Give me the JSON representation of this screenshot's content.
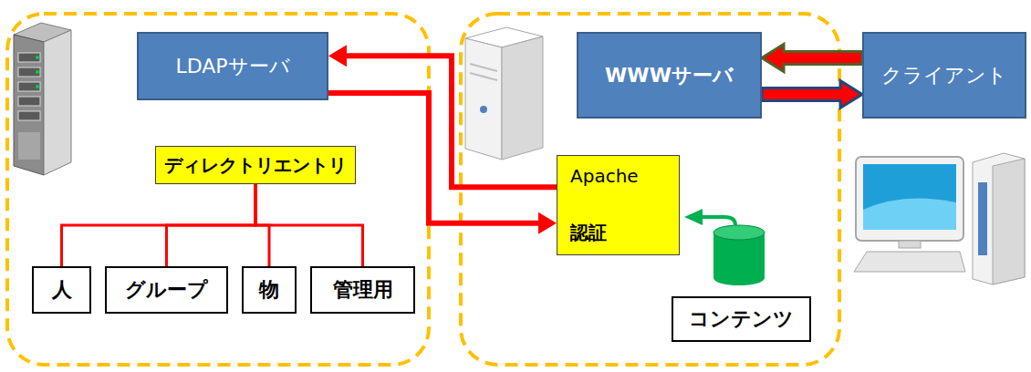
{
  "diagram": {
    "nodes": [
      {
        "text": [
          "LDAPサーバ"
        ]
      },
      {
        "text": [
          "WWWサーバ"
        ]
      },
      {
        "text": [
          "クライアント"
        ]
      },
      {
        "text": [
          "ディレクトリエントリ"
        ]
      },
      {
        "text": [
          "Apache",
          "認証"
        ]
      },
      {
        "text": [
          "人"
        ]
      },
      {
        "text": [
          "グループ"
        ]
      },
      {
        "text": [
          "物"
        ]
      },
      {
        "text": [
          "管理用"
        ]
      },
      {
        "text": [
          "コンテンツ"
        ]
      }
    ],
    "edges": [
      {
        "from": 4,
        "to": 0,
        "arrow": "to"
      },
      {
        "from": 0,
        "to": 4,
        "arrow": "to"
      },
      {
        "from": 2,
        "to": 1,
        "arrow": "to"
      },
      {
        "from": 1,
        "to": 2,
        "arrow": "to"
      },
      {
        "from": 3,
        "to": 5,
        "arrow": "none"
      },
      {
        "from": 3,
        "to": 6,
        "arrow": "none"
      },
      {
        "from": 3,
        "to": 7,
        "arrow": "none"
      },
      {
        "from": 3,
        "to": 8,
        "arrow": "none"
      }
    ]
  }
}
